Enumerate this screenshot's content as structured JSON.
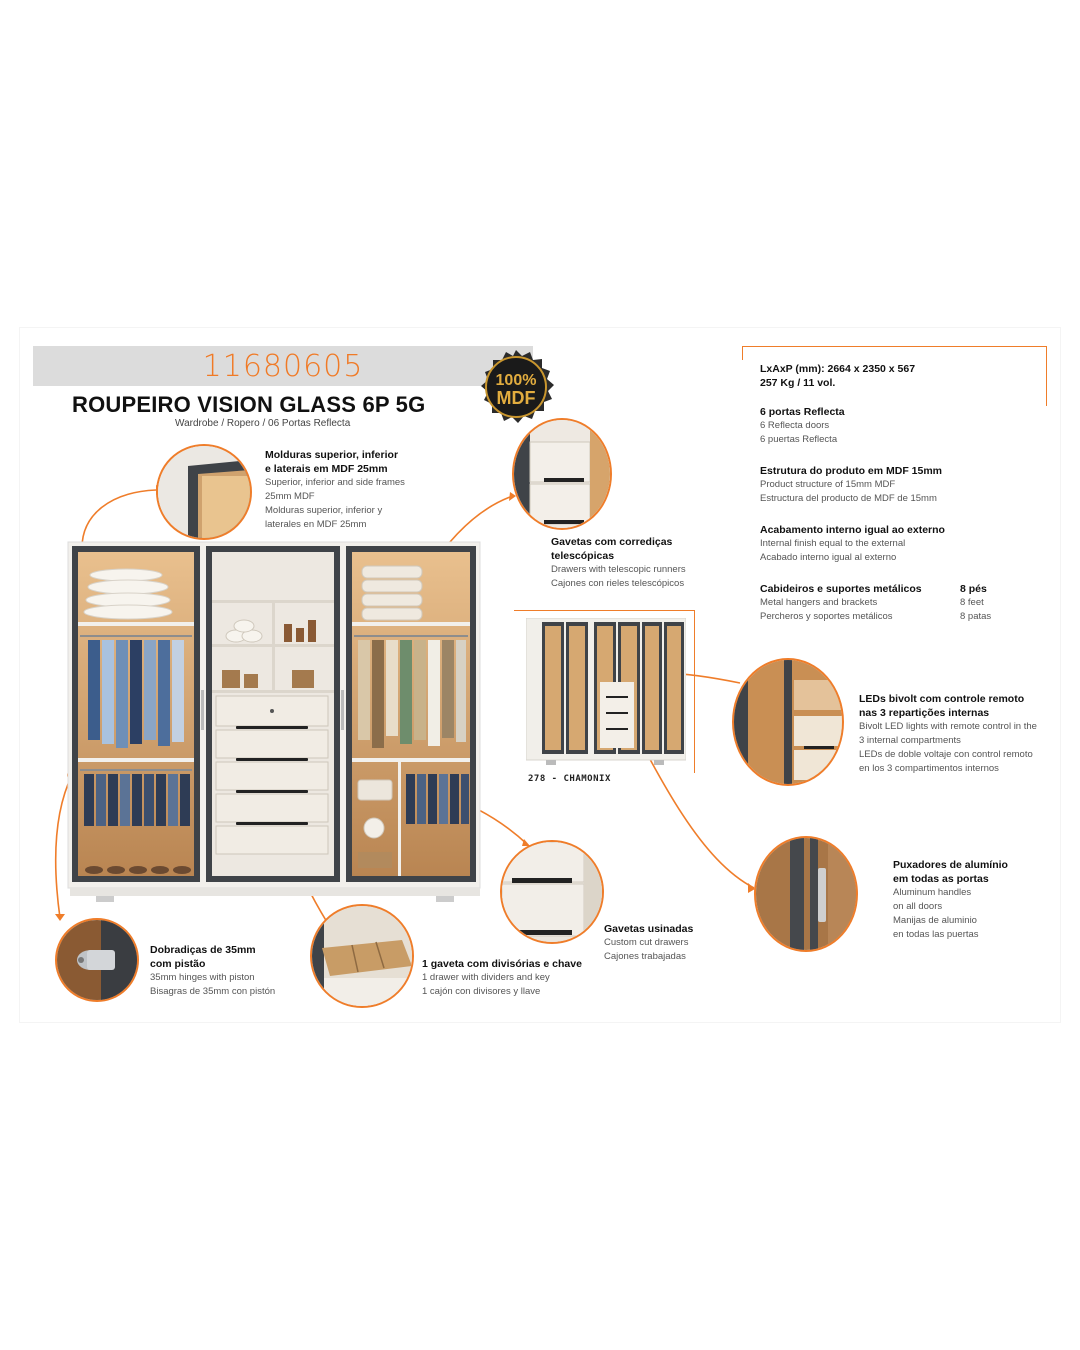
{
  "header": {
    "code": "11680605",
    "title": "ROUPEIRO VISION GLASS 6P 5G",
    "subtitle": "Wardrobe / Ropero / 06 Portas Reflecta",
    "seal_top": "100%",
    "seal_bottom": "MDF"
  },
  "specs": {
    "dims": "LxAxP (mm): 2664 x 2350 x 567",
    "weight": "257 Kg / 11 vol.",
    "doors": {
      "title": "6 portas Reflecta",
      "en": "6 Reflecta doors",
      "es": "6 puertas Reflecta"
    },
    "structure": {
      "title": "Estrutura do produto em MDF 15mm",
      "en": "Product structure of 15mm MDF",
      "es": "Estructura del producto de MDF de 15mm"
    },
    "finish": {
      "title": "Acabamento interno igual ao externo",
      "en": "Internal finish equal to the external",
      "es": "Acabado interno igual al externo"
    },
    "hangers": {
      "title": "Cabideiros e suportes metálicos",
      "en": "Metal hangers and brackets",
      "es": "Percheros y soportes metálicos"
    },
    "feet": {
      "title": "8 pés",
      "en": "8 feet",
      "es": "8 patas"
    }
  },
  "features": {
    "frames": {
      "title1": "Molduras superior, inferior",
      "title2": "e laterais em MDF 25mm",
      "l1": "Superior, inferior and side frames",
      "l2": "25mm MDF",
      "l3": "Molduras superior, inferior y",
      "l4": "laterales en MDF 25mm"
    },
    "runners": {
      "title1": "Gavetas com corrediças",
      "title2": "telescópicas",
      "l1": "Drawers with telescopic runners",
      "l2": "Cajones con rieles telescópicos"
    },
    "leds": {
      "title1": "LEDs bivolt com controle remoto",
      "title2": "nas 3 repartições internas",
      "l1": "Bivolt LED lights with remote control in the",
      "l2": "3 internal compartments",
      "l3": "LEDs de doble voltaje con control remoto",
      "l4": "en los 3 compartimentos internos"
    },
    "handles": {
      "title1": "Puxadores de alumínio",
      "title2": "em todas as portas",
      "l1": "Aluminum handles",
      "l2": "on all doors",
      "l3": "Manijas de aluminio",
      "l4": "en todas las puertas"
    },
    "cut_drawers": {
      "title1": "Gavetas usinadas",
      "l1": "Custom cut drawers",
      "l2": "Cajones trabajadas"
    },
    "key_drawer": {
      "title1": "1 gaveta com divisórias e chave",
      "l1": "1 drawer with dividers and key",
      "l2": "1 cajón con divisores y llave"
    },
    "hinges": {
      "title1": "Dobradiças de 35mm",
      "title2": "com pistão",
      "l1": "35mm hinges with piston",
      "l2": "Bisagras de 35mm con pistón"
    }
  },
  "thumbnail": {
    "caption": "278 - CHAMONIX"
  },
  "colors": {
    "accent": "#ef7d2a",
    "frame": "#4a4a4a",
    "wood": "#d9a36a",
    "panel": "#f2f0ec"
  }
}
